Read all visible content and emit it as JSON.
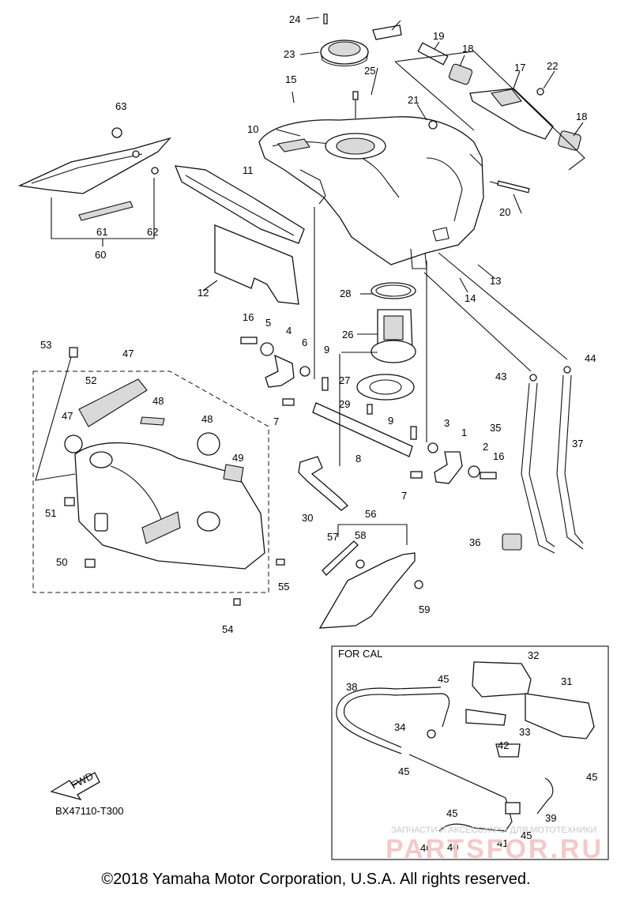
{
  "diagram": {
    "part_numbers": [
      "1",
      "2",
      "3",
      "4",
      "5",
      "6",
      "7",
      "7",
      "8",
      "9",
      "9",
      "10",
      "11",
      "12",
      "13",
      "14",
      "15",
      "16",
      "16",
      "17",
      "18",
      "18",
      "19",
      "20",
      "21",
      "22",
      "23",
      "24",
      "25",
      "26",
      "27",
      "28",
      "29",
      "30",
      "31",
      "32",
      "33",
      "34",
      "35",
      "36",
      "37",
      "38",
      "39",
      "40",
      "41",
      "42",
      "43",
      "44",
      "45",
      "45",
      "45",
      "45",
      "45",
      "46",
      "47",
      "47",
      "48",
      "48",
      "49",
      "50",
      "51",
      "52",
      "53",
      "54",
      "55",
      "56",
      "57",
      "58",
      "59",
      "60",
      "61",
      "62",
      "63"
    ],
    "variant_label": "FOR CAL",
    "forward_label": "FWD",
    "drawing_code": "BX47110-T300",
    "watermark_text": "ЗАПЧАСТИ И АКСЕССУАРЫ ДЛЯ МОТОТЕХНИКИ",
    "watermark_logo": "PARTSFOR.RU",
    "copyright": "©2018 Yamaha Motor Corporation, U.S.A. All rights reserved."
  }
}
